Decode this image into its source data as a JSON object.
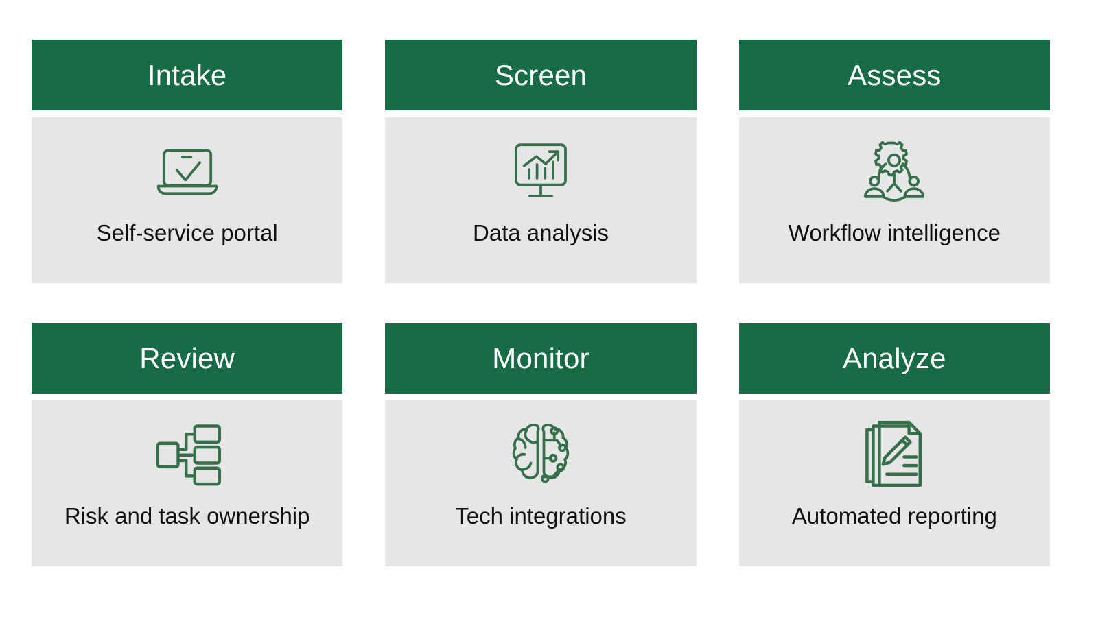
{
  "theme": {
    "header_green": "#176B45",
    "body_gray": "#E6E6E6",
    "icon_green": "#35704B",
    "page_background": "#FFFFFF",
    "header_text_color": "#FFFFFF",
    "label_text_color": "#111111"
  },
  "cards": [
    {
      "title": "Intake",
      "label": "Self-service portal",
      "icon": "laptop-check-icon"
    },
    {
      "title": "Screen",
      "label": "Data analysis",
      "icon": "monitor-bar-chart-trend-icon"
    },
    {
      "title": "Assess",
      "label": "Workflow intelligence",
      "icon": "gear-people-network-icon"
    },
    {
      "title": "Review",
      "label": "Risk and task ownership",
      "icon": "hierarchy-org-chart-icon"
    },
    {
      "title": "Monitor",
      "label": "Tech integrations",
      "icon": "brain-circuit-icon"
    },
    {
      "title": "Analyze",
      "label": "Automated reporting",
      "icon": "documents-pencil-icon"
    }
  ]
}
